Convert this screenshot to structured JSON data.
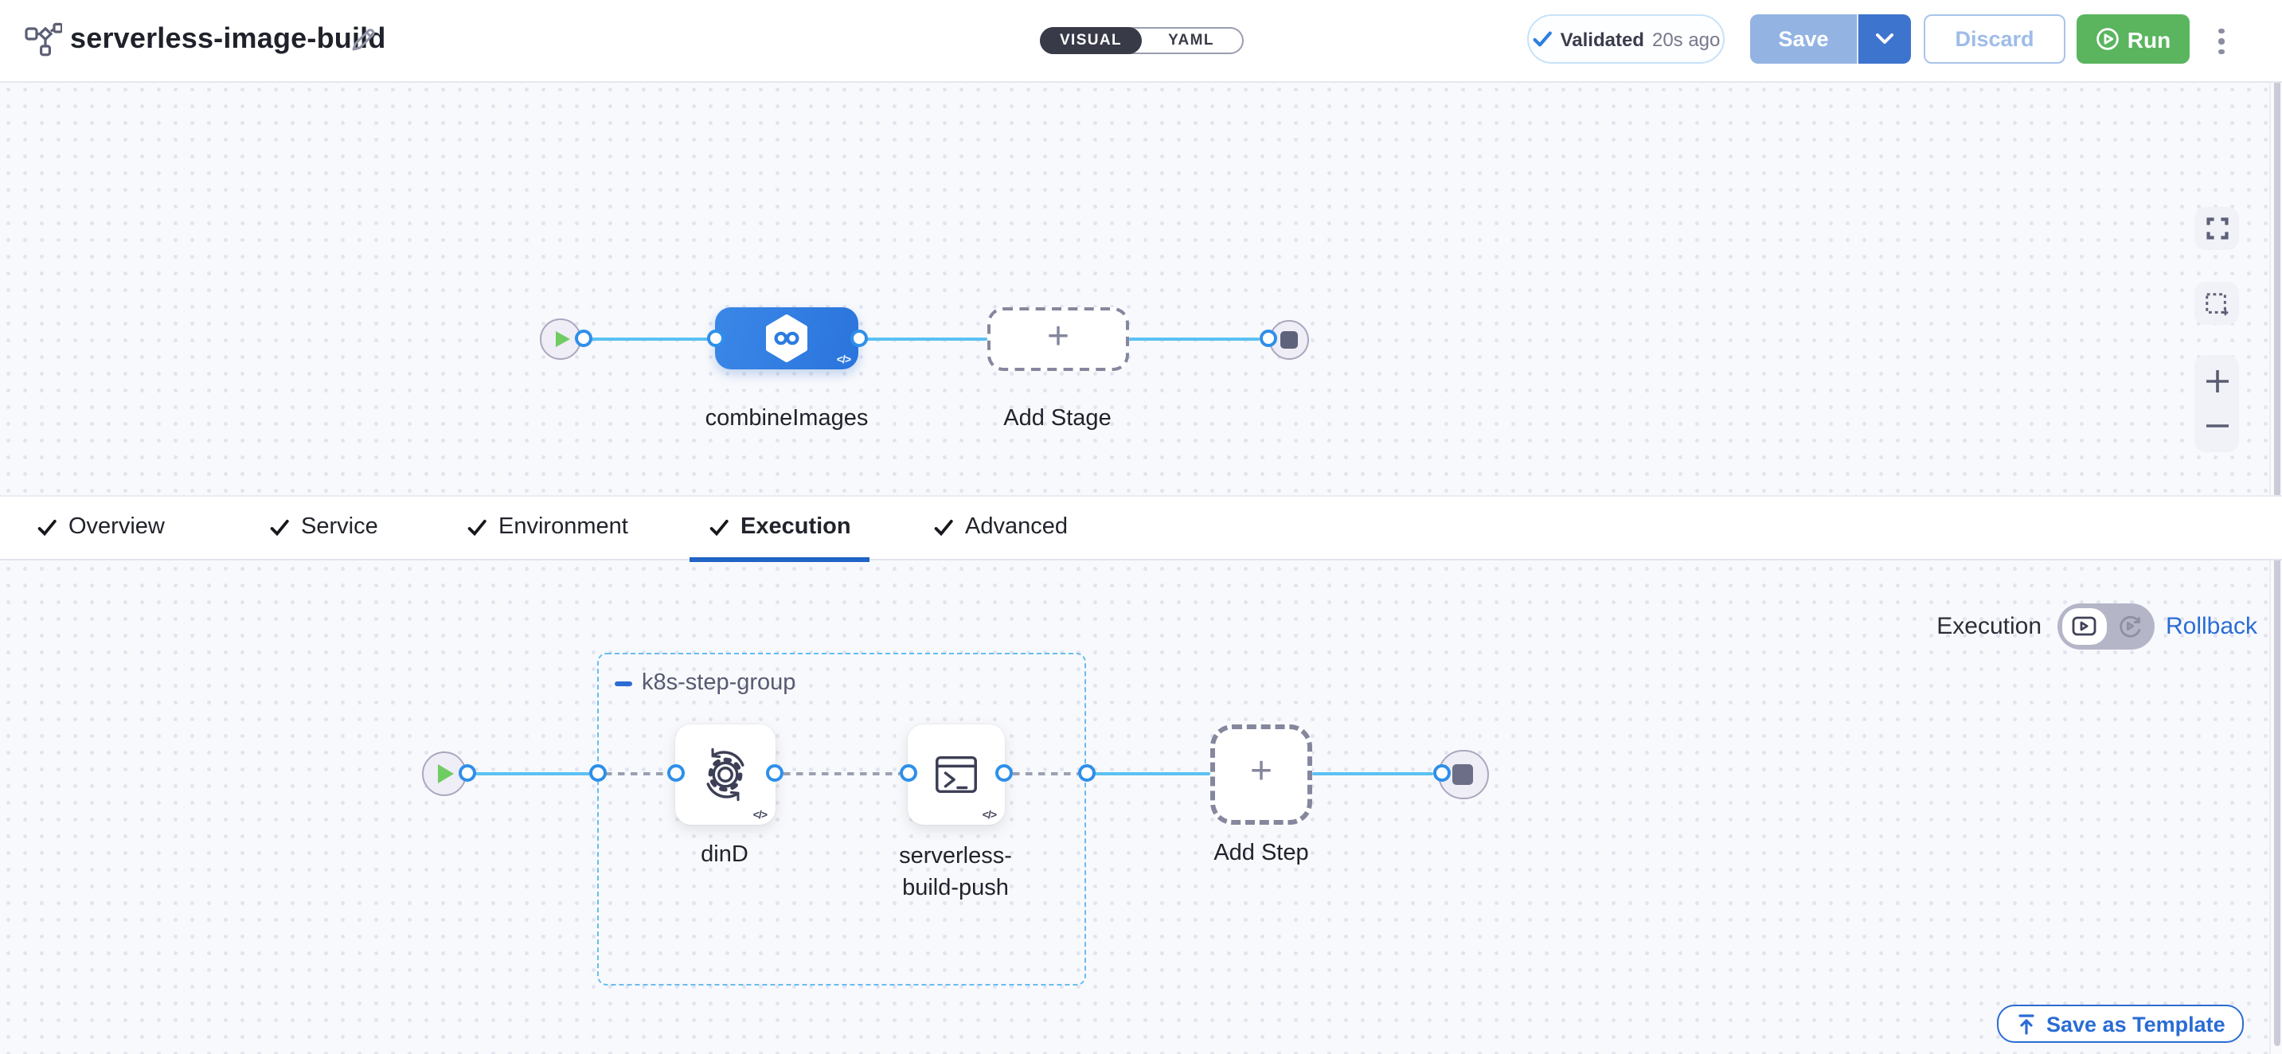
{
  "header": {
    "title": "serverless-image-build",
    "mode_toggle": {
      "visual": "VISUAL",
      "yaml": "YAML",
      "selected": "VISUAL"
    },
    "validation": {
      "label": "Validated",
      "time": "20s ago"
    },
    "save": "Save",
    "discard": "Discard",
    "run": "Run"
  },
  "stage_graph": {
    "stage_label": "combineImages",
    "add_stage": "Add Stage"
  },
  "tabs": {
    "items": [
      {
        "label": "Overview",
        "checked": true,
        "active": false
      },
      {
        "label": "Service",
        "checked": true,
        "active": false
      },
      {
        "label": "Environment",
        "checked": true,
        "active": false
      },
      {
        "label": "Execution",
        "checked": true,
        "active": true
      },
      {
        "label": "Advanced",
        "checked": true,
        "active": false
      }
    ],
    "save_as_template": "Save as Template"
  },
  "execution_graph": {
    "mode_label": "Execution",
    "rollback_label": "Rollback",
    "step_group": {
      "name": "k8s-step-group"
    },
    "steps": [
      {
        "name": "dinD"
      },
      {
        "name": "serverless-build-push"
      }
    ],
    "add_step": "Add Step",
    "code_badge": "</>"
  },
  "icons": [
    "pipeline-icon",
    "edit-pencil-icon",
    "check-icon",
    "chevron-down-icon",
    "play-circle-icon",
    "kebab-menu-icon",
    "ci-hexagon-infinity-icon",
    "code-badge-icon",
    "plus-icon",
    "play-icon",
    "stop-icon",
    "fullscreen-icon",
    "marquee-select-icon",
    "zoom-in-icon",
    "zoom-out-icon",
    "upload-icon",
    "execution-mode-icon",
    "rollback-mode-icon",
    "gear-sync-icon",
    "terminal-icon",
    "collapse-minus-icon"
  ],
  "colors": {
    "accent_blue": "#2a6cd4",
    "toggle_dark": "#383a47",
    "save_disabled": "#93b4e3",
    "save_menu": "#3d74cd",
    "discard_blue": "#9fbce8",
    "run_green": "#5ab55e",
    "node_blue": "#2c7ce0",
    "line_blue": "#5bc0f2",
    "connector_ring": "#2e8fe9",
    "group_border": "#66bdef",
    "canvas_bg": "#f8f9fc"
  }
}
